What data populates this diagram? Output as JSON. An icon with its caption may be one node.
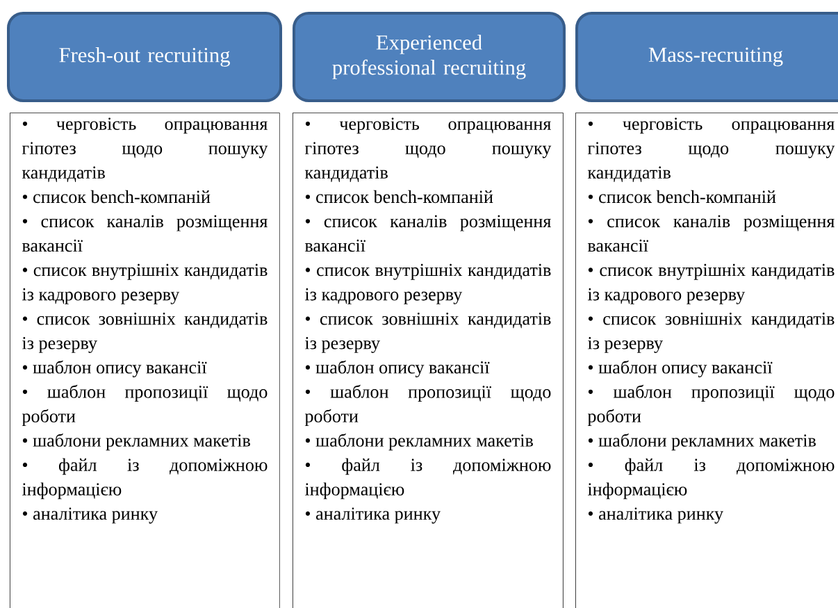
{
  "diagram": {
    "nodes": [
      {
        "text": [
          "Fresh-out recruiting"
        ]
      },
      {
        "text": [
          "Experienced professional recruiting"
        ]
      },
      {
        "text": [
          "Mass-recruiting"
        ]
      },
      {
        "text": [
          "• черговість опрацювання гіпотез щодо пошуку кандидатів",
          "• список bench-компаній",
          "• список каналів розміщення вакансії",
          "• список внутрішніх кандидатів із кадрового резерву",
          "• список зовнішніх кандидатів із резерву",
          "• шаблон опису вакансії",
          "• шаблон пропозиції щодо роботи",
          "• шаблони рекламних макетів",
          "• файл із допоміжною інформацією",
          "• аналітика ринку"
        ]
      },
      {
        "text": [
          "• черговість опрацювання гіпотез щодо пошуку кандидатів",
          "• список bench-компаній",
          "• список каналів розміщення вакансії",
          "• список внутрішніх кандидатів із кадрового резерву",
          "• список зовнішніх кандидатів із резерву",
          "• шаблон опису вакансії",
          "• шаблон пропозиції щодо роботи",
          "• шаблони рекламних макетів",
          "• файл із допоміжною інформацією",
          "• аналітика ринку"
        ]
      },
      {
        "text": [
          "• черговість опрацювання гіпотез щодо пошуку кандидатів",
          "• список bench-компаній",
          "• список каналів розміщення вакансії",
          "• список внутрішніх кандидатів із кадрового резерву",
          "• список зовнішніх кандидатів із резерву",
          "• шаблон опису вакансії",
          "• шаблон пропозиції щодо роботи",
          "• шаблони рекламних макетів",
          "• файл із допоміжною інформацією",
          "• аналітика ринку"
        ]
      }
    ]
  }
}
